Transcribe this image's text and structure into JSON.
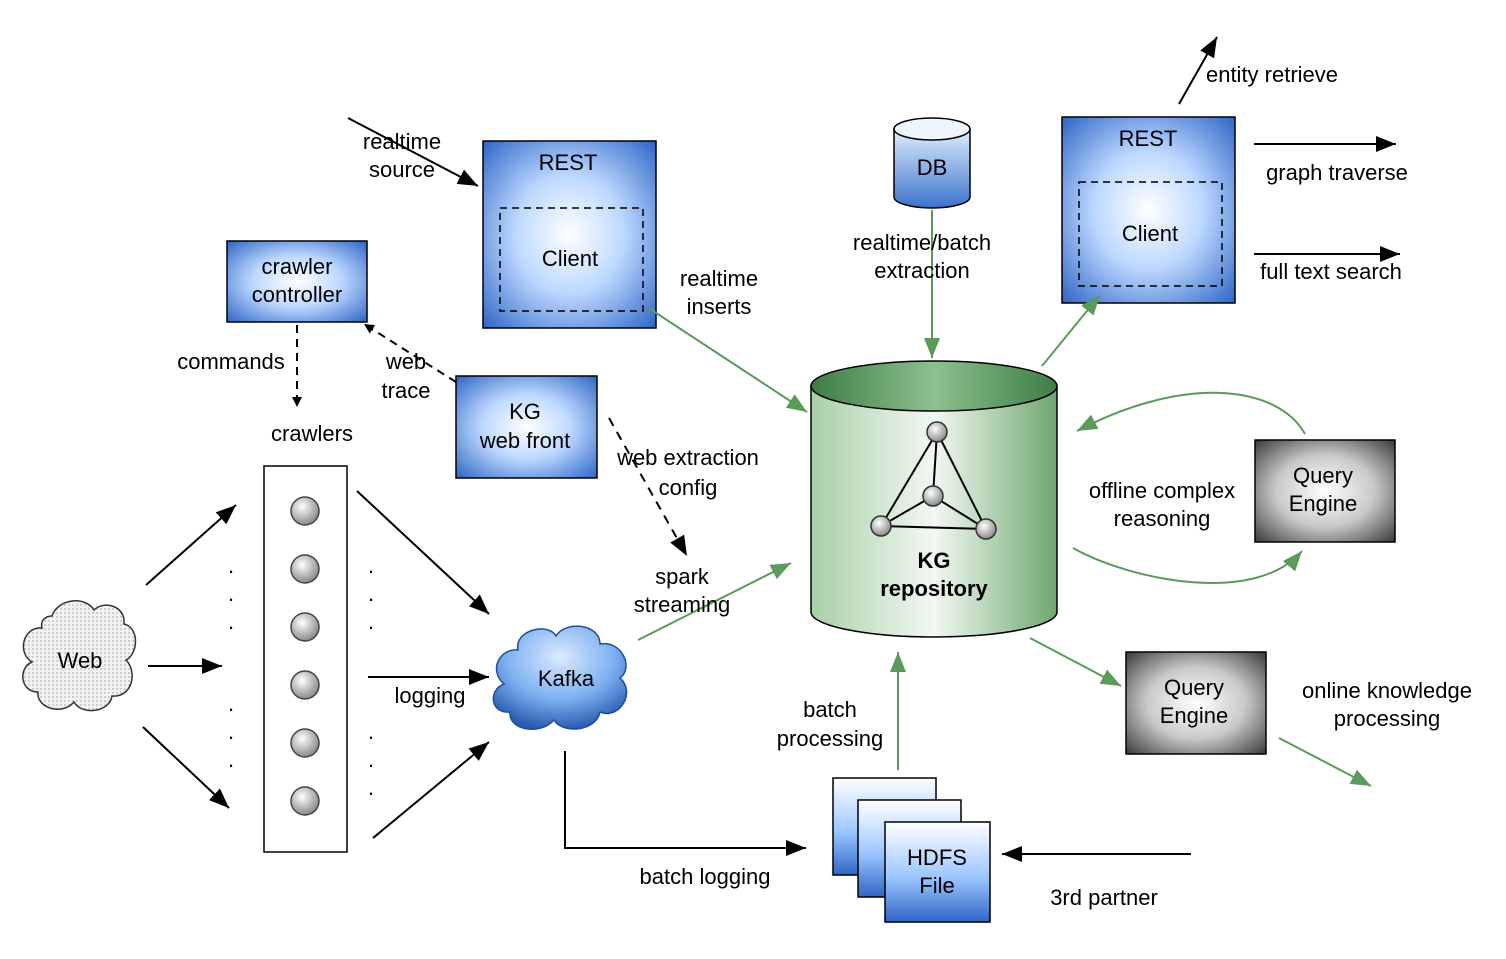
{
  "labels": {
    "realtime_source_1": "realtime",
    "realtime_source_2": "source",
    "rest_left": "REST",
    "client_left": "Client",
    "crawler_controller_1": "crawler",
    "crawler_controller_2": "controller",
    "commands": "commands",
    "web_trace_1": "web",
    "web_trace_2": "trace",
    "kg_web_front_1": "KG",
    "kg_web_front_2": "web front",
    "crawlers": "crawlers",
    "realtime_inserts_1": "realtime",
    "realtime_inserts_2": "inserts",
    "web_extraction_1": "web extraction",
    "web_extraction_2": "config",
    "spark_streaming_1": "spark",
    "spark_streaming_2": "streaming",
    "web": "Web",
    "kafka": "Kafka",
    "logging": "logging",
    "batch_logging": "batch logging",
    "db": "DB",
    "realtime_batch_1": "realtime/batch",
    "realtime_batch_2": "extraction",
    "kg_repo_1": "KG",
    "kg_repo_2": "repository",
    "batch_processing_1": "batch",
    "batch_processing_2": "processing",
    "hdfs_1": "HDFS",
    "hdfs_2": "File",
    "third_partner": "3rd partner",
    "entity_retrieve": "entity retrieve",
    "rest_right": "REST",
    "client_right": "Client",
    "graph_traverse": "graph traverse",
    "full_text_search": "full text search",
    "offline_1": "offline complex",
    "offline_2": "reasoning",
    "query_engine_top_1": "Query",
    "query_engine_top_2": "Engine",
    "query_engine_bottom_1": "Query",
    "query_engine_bottom_2": "Engine",
    "online_1": "online knowledge",
    "online_2": "processing",
    "dots": "."
  },
  "colors": {
    "blue_light": "#e8f2ff",
    "blue_mid": "#7db6ff",
    "blue_dark": "#2d5fb8",
    "green_arrow": "#5a9a5a",
    "green_light": "#e3f1e3",
    "green_dark": "#5f9d65"
  }
}
